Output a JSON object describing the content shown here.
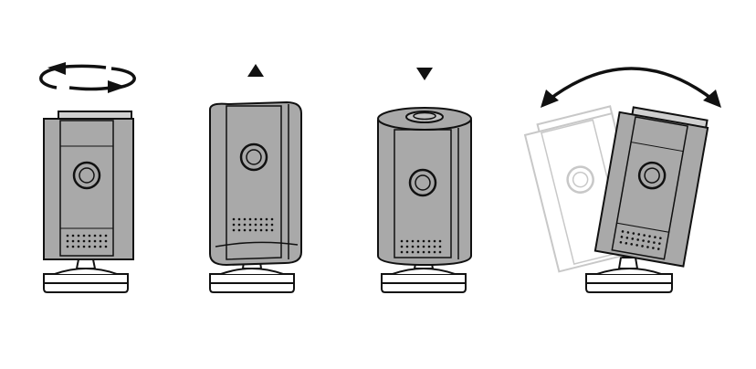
{
  "figure": {
    "panels": [
      {
        "motion": "rotate",
        "indicator": "circular-rotate-arrows-icon"
      },
      {
        "motion": "tilt-up",
        "indicator": "triangle-up-icon"
      },
      {
        "motion": "tilt-down",
        "indicator": "triangle-down-icon"
      },
      {
        "motion": "swivel",
        "indicator": "double-curved-arrow-icon"
      }
    ],
    "colors": {
      "body_fill": "#a9a9a9",
      "outline": "#111111",
      "base_fill": "#ffffff",
      "ghost_outline": "#c8c8c8"
    }
  }
}
